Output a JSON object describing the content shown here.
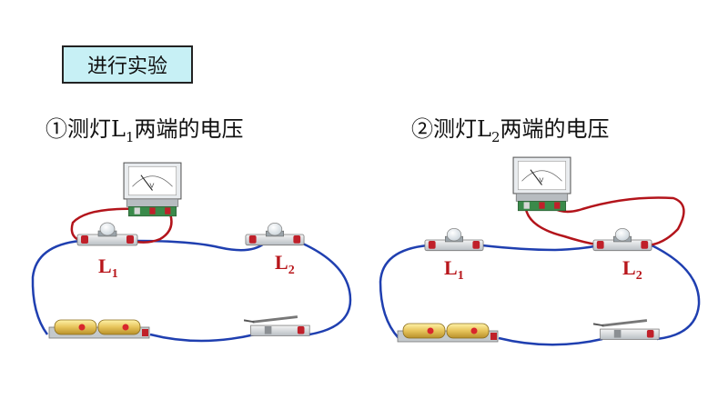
{
  "title": "进行实验",
  "experiments": [
    {
      "caption_prefix": "①测灯L",
      "caption_sub": "1",
      "caption_suffix": "两端的电压"
    },
    {
      "caption_prefix": "②测灯L",
      "caption_sub": "2",
      "caption_suffix": "两端的电压"
    }
  ],
  "labels": {
    "L": "L",
    "one": "1",
    "two": "2",
    "meter_unit": "V"
  },
  "colors": {
    "circuit_wire": "#1f3fb0",
    "meter_wire": "#b3141b",
    "label": "#b8161b",
    "title_bg": "#c7f0f5"
  },
  "icons": [
    "voltmeter-icon",
    "bulb-icon",
    "battery-icon",
    "switch-icon"
  ]
}
